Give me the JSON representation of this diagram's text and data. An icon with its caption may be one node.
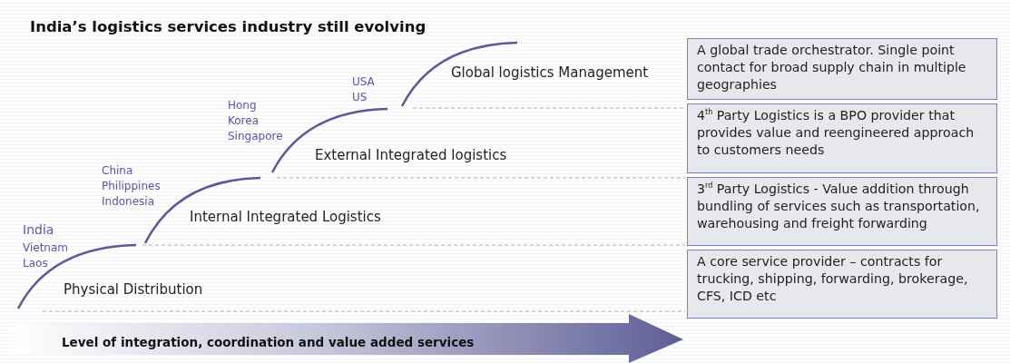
{
  "diagram": {
    "title": "India’s logistics services industry still evolving",
    "nodes": [
      {
        "text": [
          "A global trade orchestrator. Single point contact for broad supply chain in multiple geographies"
        ]
      },
      {
        "text": [
          "4$^{th}$ Party Logistics is a BPO provider that provides value and reengineered approach to customers needs"
        ]
      },
      {
        "text": [
          "3$^{rd}$ Party Logistics - Value addition through bundling of services such as transportation, warehousing and freight forwarding"
        ]
      },
      {
        "text": [
          "A core service provider – contracts for trucking, shipping, forwarding, brokerage, CFS, ICD etc"
        ]
      },
      {
        "text": [
          "Level of integration, coordination and value added services"
        ]
      }
    ],
    "labels": [
      "USA",
      "US",
      "Global logistics Management",
      "Hong",
      "Korea",
      "Singapore",
      "External Integrated logistics",
      "China",
      "Philippines",
      "Indonesia",
      "Internal Integrated Logistics",
      "India",
      "Vietnam",
      "Laos",
      "Physical Distribution"
    ]
  }
}
